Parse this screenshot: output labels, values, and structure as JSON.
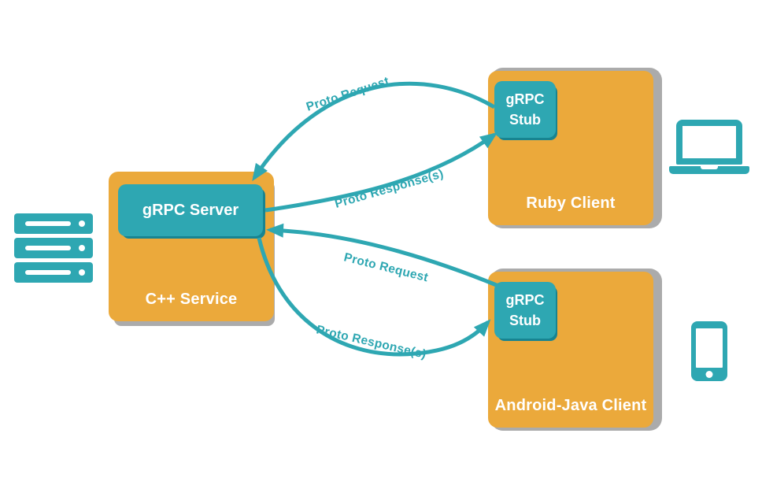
{
  "title": "gRPC architecture diagram",
  "colors": {
    "teal": "#2EA7B2",
    "teal_shadow": "#178491",
    "orange": "#EBA93B",
    "gray_shadow": "#ABABAB",
    "text": "#FFFFFF"
  },
  "server": {
    "box_label": "gRPC Server",
    "service_label": "C++ Service",
    "icon": "server-rack-icon"
  },
  "clients": {
    "ruby": {
      "stub_line1": "gRPC",
      "stub_line2": "Stub",
      "label": "Ruby Client",
      "icon": "laptop-icon"
    },
    "android": {
      "stub_line1": "gRPC",
      "stub_line2": "Stub",
      "label": "Android-Java Client",
      "icon": "phone-icon"
    }
  },
  "arrows": {
    "ruby_request": {
      "label": "Proto Request",
      "from": "ruby-stub",
      "to": "grpc-server"
    },
    "ruby_response": {
      "label": "Proto Response(s)",
      "from": "grpc-server",
      "to": "ruby-stub"
    },
    "android_request": {
      "label": "Proto Request",
      "from": "android-stub",
      "to": "grpc-server"
    },
    "android_response": {
      "label": "Proto Response(s)",
      "from": "grpc-server",
      "to": "android-stub"
    }
  }
}
